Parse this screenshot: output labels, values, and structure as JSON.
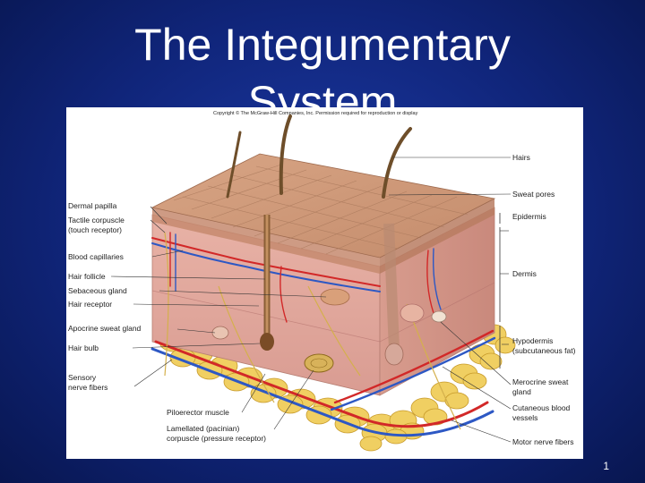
{
  "slide": {
    "title": "The Integumentary\nSystem",
    "page_number": "1"
  },
  "figure": {
    "copyright": "Copyright © The McGraw-Hill Companies, Inc. Permission required for reproduction or display",
    "left_labels": {
      "dermal_papilla": "Dermal papilla",
      "tactile_1": "Tactile corpuscle",
      "tactile_2": "(touch receptor)",
      "blood_capillaries": "Blood capillaries",
      "hair_follicle": "Hair follicle",
      "sebaceous_gland": "Sebaceous gland",
      "hair_receptor": "Hair receptor",
      "apocrine": "Apocrine sweat gland",
      "hair_bulb": "Hair bulb",
      "sensory_1": "Sensory",
      "sensory_2": "nerve fibers"
    },
    "bottom_labels": {
      "piloerector": "Piloerector muscle",
      "lamellated_1": "Lamellated (pacinian)",
      "lamellated_2": "corpuscle (pressure receptor)"
    },
    "right_labels": {
      "hairs": "Hairs",
      "sweat_pores": "Sweat pores",
      "epidermis": "Epidermis",
      "dermis": "Dermis",
      "hypodermis_1": "Hypodermis",
      "hypodermis_2": "(subcutaneous fat)",
      "merocrine_1": "Merocrine sweat",
      "merocrine_2": "gland",
      "cutaneous_1": "Cutaneous blood",
      "cutaneous_2": "vessels",
      "motor": "Motor nerve fibers"
    }
  }
}
